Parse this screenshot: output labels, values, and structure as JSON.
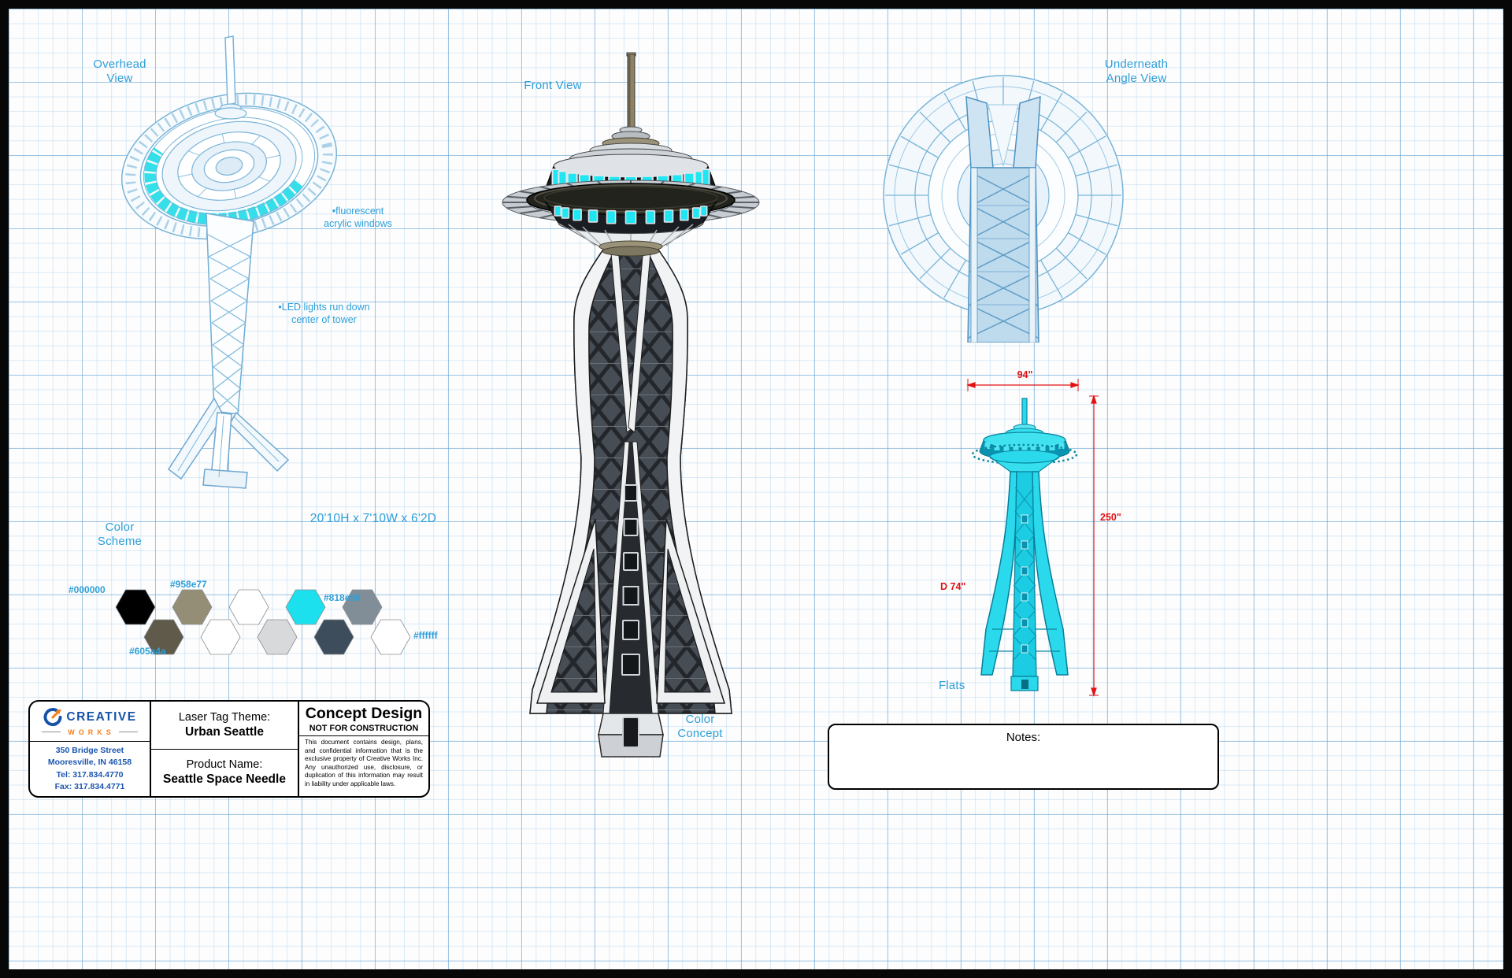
{
  "views": {
    "overhead_label": "Overhead\nView",
    "front_label": "Front View",
    "underneath_label": "Underneath\nAngle View",
    "flats_label": "Flats",
    "color_concept_label": "Color\nConcept",
    "color_scheme_label": "Color\nScheme"
  },
  "annotations": {
    "fluorescent": "•fluorescent\nacrylic windows",
    "led": "•LED lights run down\ncenter of tower",
    "size": "20'10H x 7'10W x 6'2D"
  },
  "dimensions": {
    "width": "94\"",
    "height": "250\"",
    "diameter": "D 74\""
  },
  "color_scheme": {
    "labels": {
      "black": "#000000",
      "tan": "#958e77",
      "olive": "#605a4a",
      "gray": "#818e98",
      "white": "#ffffff"
    },
    "swatches": [
      {
        "name": "black",
        "hex": "#000000"
      },
      {
        "name": "tan",
        "hex": "#958e77"
      },
      {
        "name": "white",
        "hex": "#ffffff"
      },
      {
        "name": "cyan",
        "hex": "#1de0ee"
      },
      {
        "name": "gray",
        "hex": "#818e98"
      },
      {
        "name": "olive",
        "hex": "#605a4a"
      },
      {
        "name": "white-2",
        "hex": "#ffffff"
      },
      {
        "name": "light-gray",
        "hex": "#d7d9da"
      },
      {
        "name": "dark-slate",
        "hex": "#3d4d5c"
      },
      {
        "name": "white-3",
        "hex": "#ffffff"
      }
    ]
  },
  "title_block": {
    "logo": {
      "creative": "CREATIVE",
      "works": "WORKS"
    },
    "address": "350 Bridge Street\nMooresville, IN 46158\nTel: 317.834.4770\nFax: 317.834.4771",
    "theme_label": "Laser Tag Theme:",
    "theme_value": "Urban Seattle",
    "product_label": "Product Name:",
    "product_value": "Seattle Space Needle",
    "doc_title": "Concept Design",
    "doc_subtitle": "NOT FOR CONSTRUCTION",
    "legal": "This document contains design, plans, and confidential information that is the exclusive property of Creative Works Inc.  Any unauthorized use, disclosure, or duplication of this information may result in liability under applicable laws."
  },
  "notes": {
    "label": "Notes:"
  }
}
